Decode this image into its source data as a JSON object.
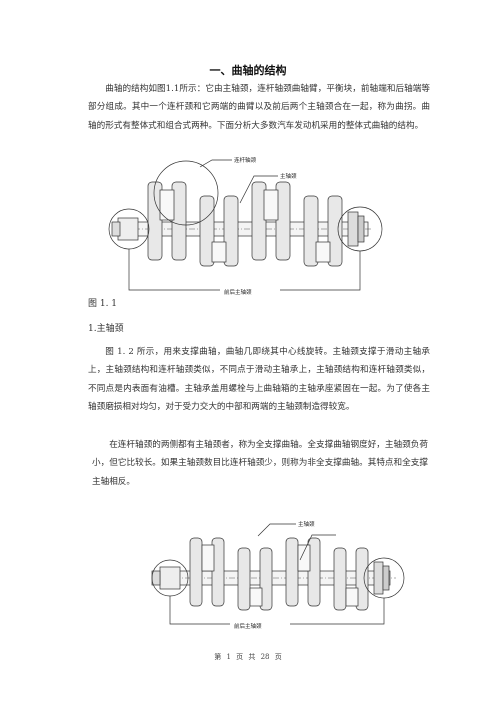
{
  "document": {
    "heading": "一、曲轴的结构",
    "paragraph_1": "曲轴的结构如图1.1所示：它由主轴颈，连杆轴颈曲轴臂，平衡块，前轴端和后轴端等部分组成。其中一个连杆颈和它两端的曲臂以及前后两个主轴颈合在一起，称为曲拐。曲轴的形式有整体式和组合式两种。下面分析大多数汽车发动机采用的整体式曲轴的结构。",
    "figure_1_caption": "图 1. 1",
    "section_1_title": "1.主轴颈",
    "paragraph_2": "图 1. 2 所示，用来支撑曲轴，曲轴几即绕其中心线旋转。主轴颈支撑于滑动主轴承上，主轴颈结构和连杆轴颈类似，不同点于滑动主轴承上，主轴颈结构和连杆轴颈类似，不同点是内表面有油槽。主轴承盖用螺栓与上曲轴箱的主轴承座紧固在一起。为了使各主轴颈磨损相对均匀，对于受力交大的中部和两端的主轴颈制造得较宽。",
    "paragraph_3": "在连杆轴颈的两侧都有主轴颈者，称为全支撑曲轴。全支撑曲轴钢度好，主轴颈负荷小，但它比较长。如果主轴颈数目比连杆轴颈少，则称为非全支撑曲轴。其特点和全支撑主轴相反。",
    "footer": "第 1 页 共 28 页"
  },
  "figure_1": {
    "label_connecting_rod_journal": "连杆轴颈",
    "label_main_journal": "主轴颈",
    "label_front_rear_main_journal": "前后主轴颈"
  },
  "figure_2": {
    "label_main_journal": "主轴颈",
    "label_front_rear_main_journal": "前后主轴颈"
  }
}
